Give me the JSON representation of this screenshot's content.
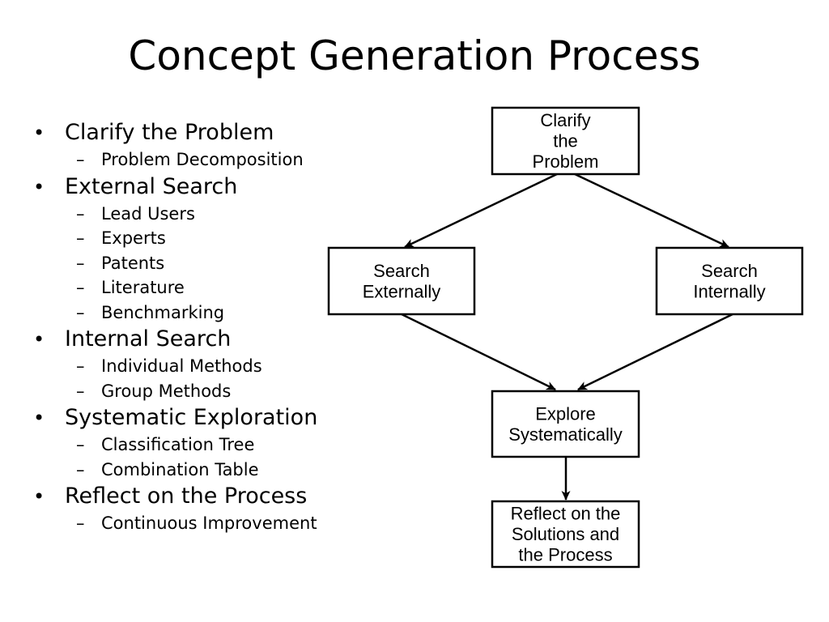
{
  "title": "Concept Generation Process",
  "outline": [
    {
      "label": "Clarify the Problem",
      "subitems": [
        "Problem Decomposition"
      ]
    },
    {
      "label": "External Search",
      "subitems": [
        "Lead Users",
        "Experts",
        "Patents",
        "Literature",
        "Benchmarking"
      ]
    },
    {
      "label": "Internal Search",
      "subitems": [
        "Individual Methods",
        "Group Methods"
      ]
    },
    {
      "label": "Systematic Exploration",
      "subitems": [
        "Classification Tree",
        "Combination Table"
      ]
    },
    {
      "label": "Reflect on the Process",
      "subitems": [
        "Continuous Improvement"
      ]
    }
  ],
  "bullet_glyph": "•",
  "sub_bullet_glyph": "–",
  "flowchart": {
    "nodes": [
      {
        "id": "clarify",
        "lines": [
          "Clarify",
          "the",
          "Problem"
        ]
      },
      {
        "id": "external",
        "lines": [
          "Search",
          "Externally"
        ]
      },
      {
        "id": "internal",
        "lines": [
          "Search",
          "Internally"
        ]
      },
      {
        "id": "explore",
        "lines": [
          "Explore",
          "Systematically"
        ]
      },
      {
        "id": "reflect",
        "lines": [
          "Reflect on the",
          "Solutions and",
          "the Process"
        ]
      }
    ],
    "edges": [
      {
        "from": "clarify",
        "to": "external"
      },
      {
        "from": "clarify",
        "to": "internal"
      },
      {
        "from": "external",
        "to": "explore"
      },
      {
        "from": "internal",
        "to": "explore"
      },
      {
        "from": "explore",
        "to": "reflect"
      }
    ]
  }
}
